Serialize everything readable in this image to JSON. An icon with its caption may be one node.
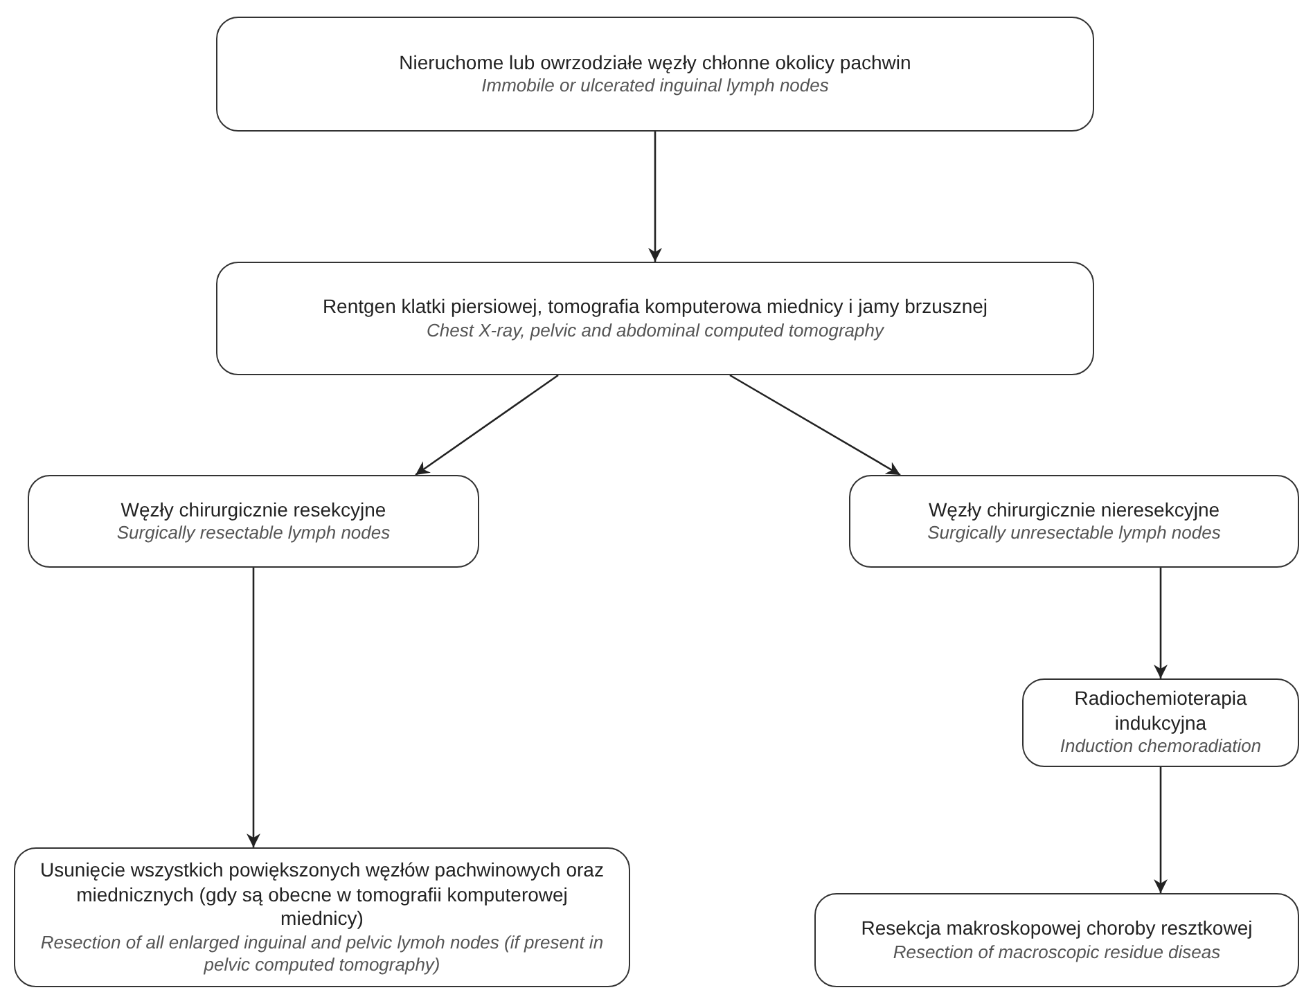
{
  "diagram": {
    "nodes": [
      {
        "text": [
          "Nieruchome lub owrzodziałe węzły chłonne okolicy pachwin",
          "Immobile or ulcerated inguinal lymph nodes"
        ]
      },
      {
        "text": [
          "Rentgen klatki piersiowej, tomografia komputerowa miednicy i jamy brzusznej",
          "Chest X-ray, pelvic and abdominal computed tomography"
        ]
      },
      {
        "text": [
          "Węzły chirurgicznie resekcyjne",
          "Surgically resectable lymph nodes"
        ]
      },
      {
        "text": [
          "Węzły chirurgicznie nieresekcyjne",
          "Surgically unresectable lymph nodes"
        ]
      },
      {
        "text": [
          "Usunięcie wszystkich powiększonych węzłów pachwinowych oraz miednicznych (gdy są obecne w tomografii komputerowej miednicy)",
          "Resection of all enlarged inguinal and pelvic lymoh nodes (if present in pelvic computed tomography)"
        ]
      },
      {
        "text": [
          "Radiochemioterapia indukcyjna",
          "Induction chemoradiation"
        ]
      },
      {
        "text": [
          "Resekcja makroskopowej choroby resztkowej",
          "Resection of macroscopic residue diseas"
        ]
      }
    ],
    "edges": [
      {
        "from": 0,
        "to": 1,
        "arrow": "to"
      },
      {
        "from": 1,
        "to": 2,
        "arrow": "to"
      },
      {
        "from": 1,
        "to": 3,
        "arrow": "to"
      },
      {
        "from": 2,
        "to": 4,
        "arrow": "to"
      },
      {
        "from": 3,
        "to": 5,
        "arrow": "to"
      },
      {
        "from": 5,
        "to": 6,
        "arrow": "to"
      }
    ]
  }
}
